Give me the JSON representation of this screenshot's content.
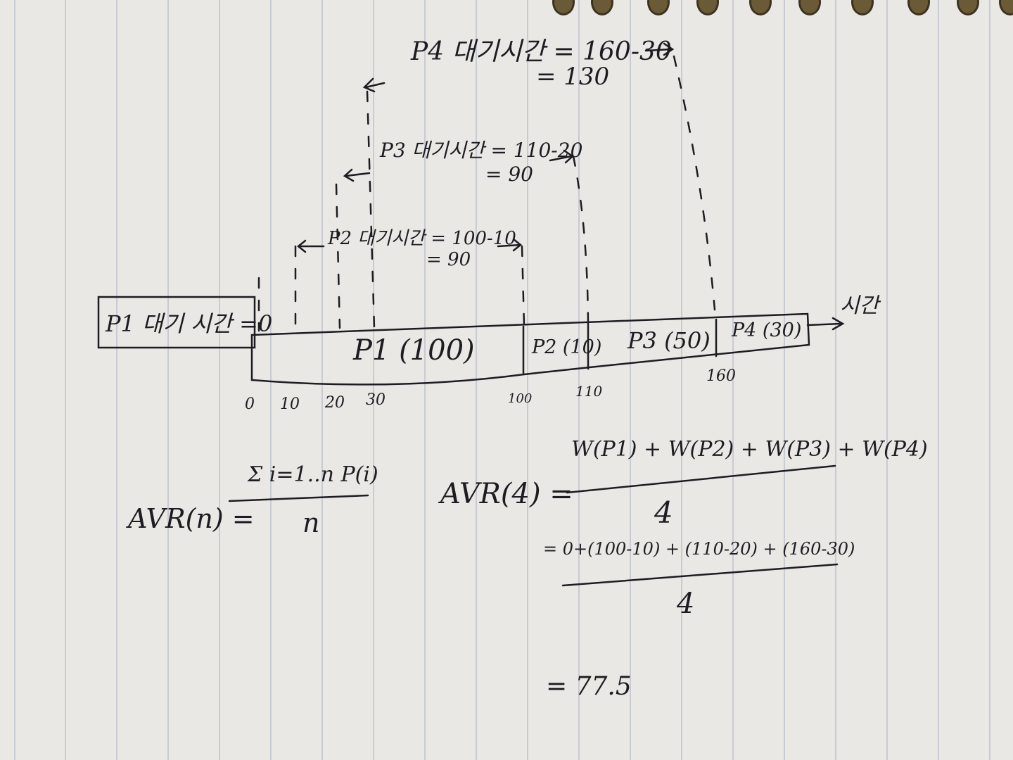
{
  "gantt": {
    "label_p1_wait": "P1 대기 시간 =0",
    "blocks": [
      {
        "name": "P1",
        "burst": 100,
        "label": "P1 (100)"
      },
      {
        "name": "P2",
        "burst": 10,
        "label": "P2 (10)"
      },
      {
        "name": "P3",
        "burst": 50,
        "label": "P3 (50)"
      },
      {
        "name": "P4",
        "burst": 30,
        "label": "P4 (30)"
      }
    ],
    "ticks": [
      "0",
      "10",
      "20",
      "30",
      "100",
      "110",
      "160"
    ],
    "time_label": "시간"
  },
  "waits": {
    "p2_line1": "P2 대기시간 = 100-10",
    "p2_line2": "= 90",
    "p3_line1": "P3 대기시간 = 110-20",
    "p3_line2": "= 90",
    "p4_line1": "P4 대기시간 = 160-30",
    "p4_line2": "= 130"
  },
  "formula_general": {
    "lhs": "AVR(n) =",
    "numerator": "Σ i=1..n P(i)",
    "denominator": "n"
  },
  "formula_specific": {
    "lhs": "AVR(4) =",
    "numerator": "W(P1) + W(P2) + W(P3) + W(P4)",
    "denominator": "4",
    "step2_numerator": "= 0+(100-10) + (110-20) + (160-30)",
    "step2_denominator": "4",
    "result": "= 77.5"
  },
  "colors": {
    "ink": "#1c1c22",
    "paper": "#e9e8e4",
    "ruling": "#c9cbd4"
  }
}
